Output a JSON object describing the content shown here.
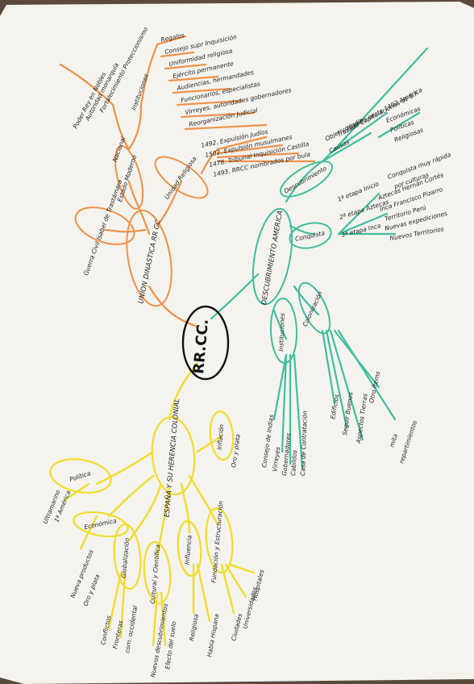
{
  "colors": {
    "orange": "#f0924a",
    "teal": "#3fbf9d",
    "yellow": "#f2de2a",
    "ink": "#222222"
  },
  "center": "RR.CC.",
  "orange": {
    "main": "UNION DINASTICA RR CC",
    "guerra": "Guerra Civil Isabel de Trastámara",
    "estado": "Estado Moderno",
    "estado_label": "Nacional",
    "unidad": "Unidad Religiosa",
    "instituciones": "Instituciones",
    "institution_items": [
      "Regalos",
      "Consejo supr Inquisición",
      "Uniformidad religiosa",
      "Ejército permanente",
      "Audiencias, hermandades",
      "Funcionarios, especialistas",
      "Virreyes, autoridades gobernadores",
      "Reorganización Judicial"
    ],
    "left_items": [
      "Poder Rey en Nobles",
      "Autoridad monarquía",
      "Fortalecimiento Proteccionismo"
    ],
    "religion_items": [
      "1492. Expulsión Judíos",
      "1502. Expulsión musulmanes",
      "1478. Tribunal Inquisición Castilla",
      "1493. RRCC nombrados por bula"
    ]
  },
  "teal": {
    "main": "DESCUBRIMIENTO AMERICA",
    "descubrimiento": "Descubrimiento",
    "desc_items": [
      "Objetivo India",
      "Trazado Capitulaciones de S.F.",
      "Rumbo oeste 1492 América",
      "Causas"
    ],
    "causas_items": [
      "Económicas",
      "Políticas",
      "Religiosas"
    ],
    "conquista": "Conquista",
    "conq_items": [
      "1ª etapa Inicio",
      "2ª etapa Aztecas",
      "3ª etapa Inca"
    ],
    "conq_details": [
      "Conquista muy rápida",
      "por culturas",
      "Aztecas Hernán Cortés",
      "Inca Francisco Pizarro",
      "Territorio Perú",
      "Nuevas expediciones",
      "Nuevos Territorios"
    ],
    "instituciones": "Instituciones",
    "inst_items": [
      "Consejo de Indias",
      "Virreyes",
      "Gobernadores",
      "Cabildos",
      "Casa de Contratación"
    ],
    "colonizacion": "Colonización",
    "colon_items": [
      "Edificios",
      "Seguir Buenos",
      "Aspectos Tierras",
      "Otro Ítems",
      "mita",
      "repartimientos"
    ]
  },
  "yellow": {
    "main": "ESPAÑA Y SU HERENCIA COLONIAL",
    "politica": "Política",
    "politica_items": [
      "Ultramarino",
      "1ª América"
    ],
    "economica": "Económica",
    "economica_items": [
      "Nueva productos",
      "Oro y plata"
    ],
    "globalizacion": "Globalización",
    "glob_items": [
      "Conflictos",
      "Fronteras",
      "com. occidental"
    ],
    "cultural": "Cultural y Científica",
    "cultural_items": [
      "Nuevos descubrimientos",
      "Efecto del suelo"
    ],
    "influencia": "Influencia",
    "influencia_items": [
      "Religiosa",
      "Habla Hispana"
    ],
    "fundacion": "Fundación y Estructuración",
    "fundacion_items": [
      "Ciudades",
      "Universidades",
      "Hospitales"
    ],
    "inflacion": "Inflación",
    "inflacion_items": [
      "Oro y plata"
    ]
  }
}
